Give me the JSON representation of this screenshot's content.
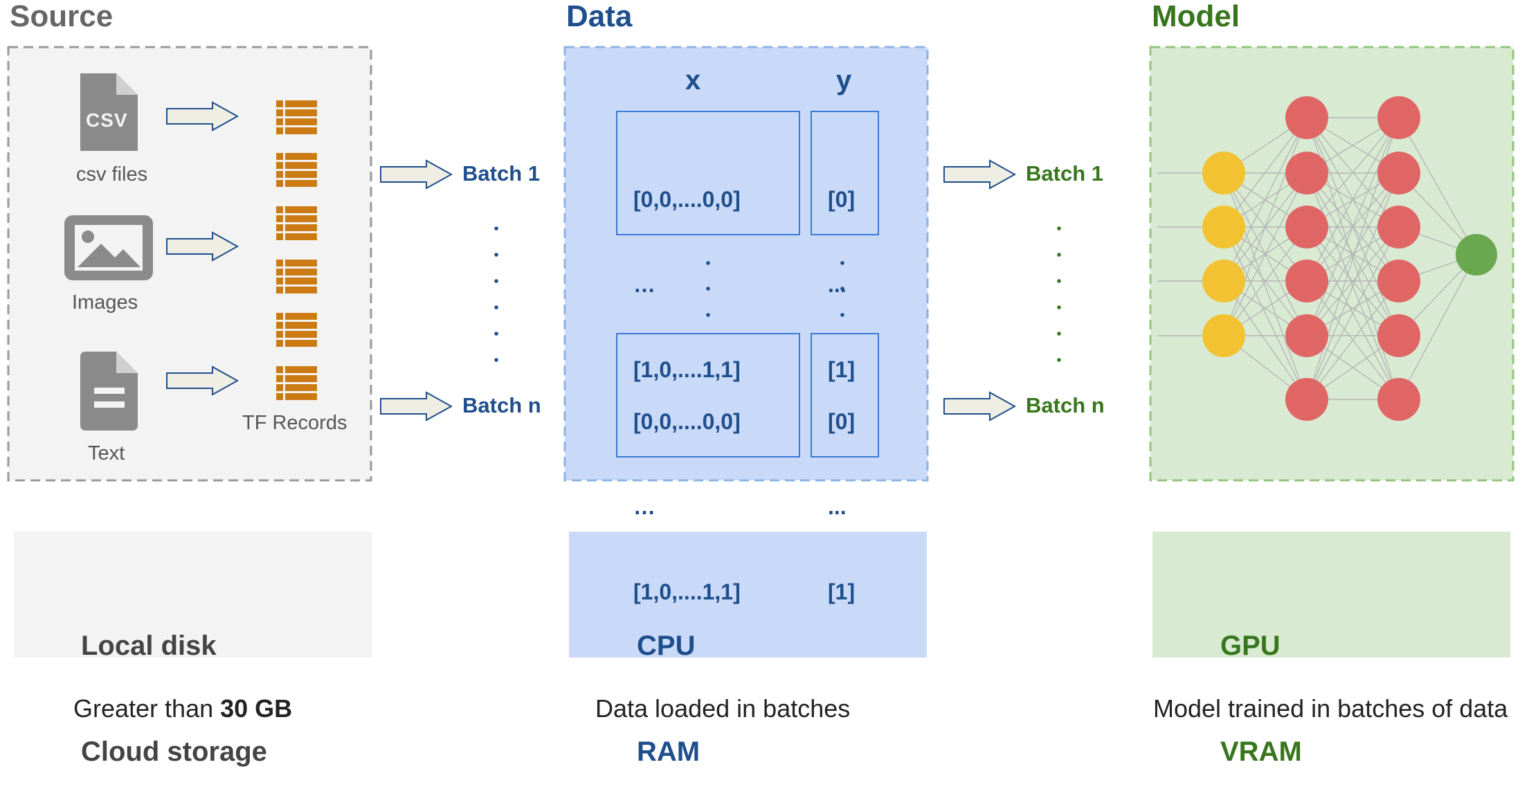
{
  "columns": {
    "source": {
      "title": "Source",
      "inputs": [
        "csv files",
        "Images",
        "Text"
      ],
      "csv_icon_text": "CSV",
      "records_label": "TF Records",
      "storage": [
        "Local disk",
        "Cloud storage"
      ],
      "caption_prefix": "Greater than ",
      "caption_bold": "30 GB"
    },
    "data": {
      "title": "Data",
      "x_header": "x",
      "y_header": "y",
      "x_top": [
        "[0,0,....0,0]",
        "…",
        "[1,0,....1,1]"
      ],
      "y_top": [
        "[0]",
        "...",
        "[1]"
      ],
      "x_bottom": [
        "[0,0,....0,0]",
        "…",
        "[1,0,....1,1]"
      ],
      "y_bottom": [
        "[0]",
        "...",
        "[1]"
      ],
      "hardware": [
        "CPU",
        "RAM"
      ],
      "caption": "Data loaded in batches"
    },
    "model": {
      "title": "Model",
      "hardware": [
        "GPU",
        "VRAM"
      ],
      "caption": "Model trained in batches of data"
    }
  },
  "batches": {
    "first": "Batch 1",
    "last": "Batch n"
  },
  "network": {
    "layers": [
      4,
      6,
      6,
      1
    ],
    "layer_colors": [
      "#f2c232",
      "#e06666",
      "#e06666",
      "#6aa84f"
    ]
  },
  "colors": {
    "source_title": "#666666",
    "data_title": "#1f4e8c",
    "model_title": "#38761d",
    "record_orange": "#cc7a14",
    "source_bg": "#f3f3f3",
    "data_bg": "#c9daf8",
    "model_bg": "#d9ead3"
  }
}
